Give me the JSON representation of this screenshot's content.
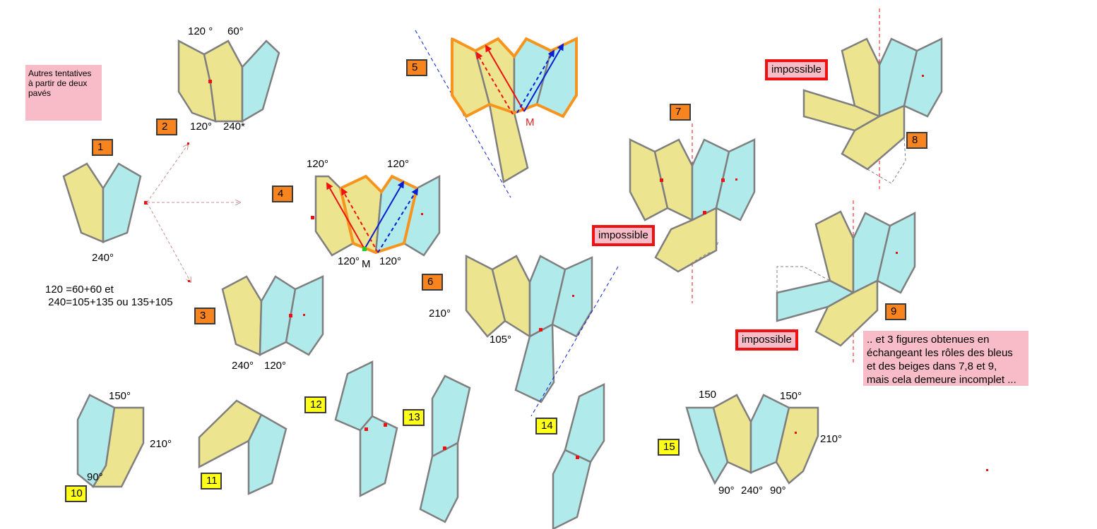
{
  "colors": {
    "beige": "#ece48e",
    "blue": "#b0eaea",
    "edge": "#7f7f7f",
    "orange": "#f7941d",
    "red": "#ee1111",
    "blue_arrow": "#0a1ed2",
    "pink": "#f8bcc8"
  },
  "note_top": [
    "Autres tentatives",
    " à partir de deux",
    "pavés"
  ],
  "formula": [
    "120 =60+60 et",
    " 240=105+135 ou 135+105"
  ],
  "note_bottom": [
    ".. et 3 figures obtenues en",
    "échangeant les rôles des bleus",
    "et des beiges dans 7,8 et 9,",
    "mais cela demeure incomplet ..."
  ],
  "impossible": "impossible",
  "point_m": "M",
  "figure_numbers": [
    "1",
    "2",
    "3",
    "4",
    "5",
    "6",
    "7",
    "8",
    "9",
    "10",
    "11",
    "12",
    "13",
    "14",
    "15"
  ],
  "angles": {
    "f1": "240°",
    "f2_top_left": "120 °",
    "f2_top_right": "60°",
    "f2_bottom_left": "120°",
    "f2_bottom_right": "240*",
    "f3_left": "240°",
    "f3_right": "120°",
    "f4_top_left": "120°",
    "f4_top_right": "120°",
    "f4_bottom_left": "120°",
    "f4_bottom_right": "120°",
    "f6_left": "210°",
    "f6_bottom": "105°",
    "f10_top": "150°",
    "f10_right": "210°",
    "f10_bottom": "90°",
    "f15_top_left": "150",
    "f15_top_right": "150°",
    "f15_right": "210°",
    "f15_b1": "90°",
    "f15_b2": "240°",
    "f15_b3": "90°"
  }
}
